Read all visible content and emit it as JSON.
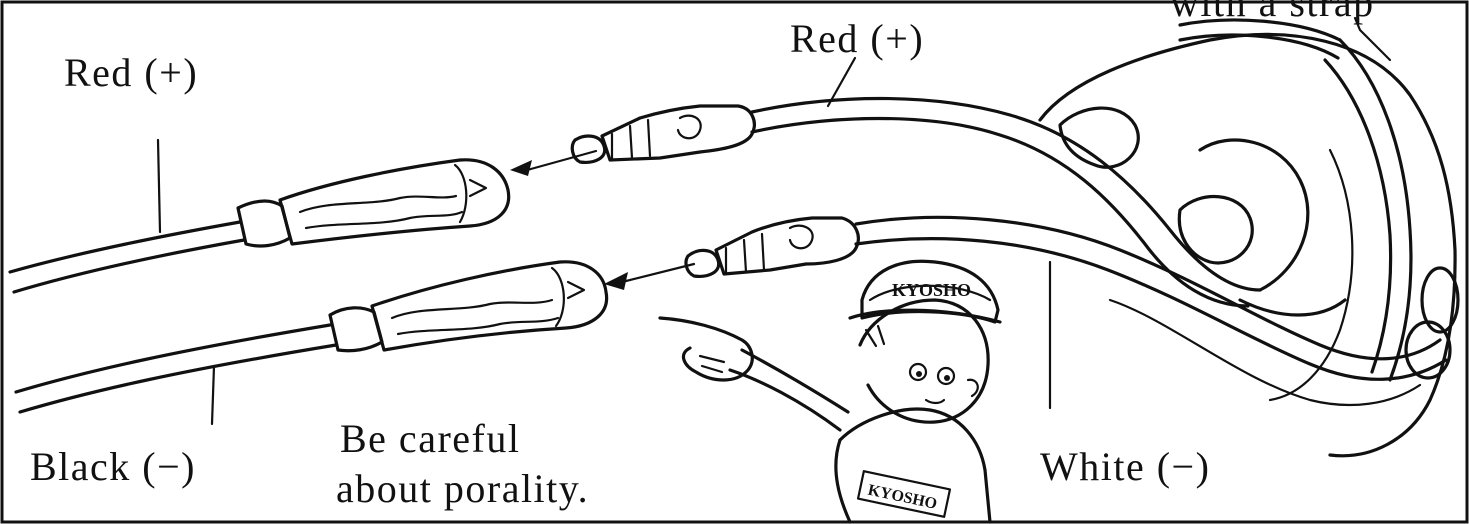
{
  "labels": {
    "red_plus_left": "Red (+)",
    "red_plus_right": "Red (+)",
    "black_minus": "Black (−)",
    "white_minus": "White (−)",
    "strap_note": "with a strap",
    "caution_line1": "Be careful",
    "caution_line2": "about porality.",
    "cap_logo": "KYOSHO",
    "shirt_logo": "KYOSHO"
  },
  "colors": {
    "ink": "#111111",
    "paper": "#ffffff"
  },
  "icons": {
    "arrow_top": "arrow-head-icon",
    "arrow_bottom": "arrow-head-icon",
    "mascot": "kyosho-boy-mascot",
    "hand": "hand-holding-strap"
  }
}
